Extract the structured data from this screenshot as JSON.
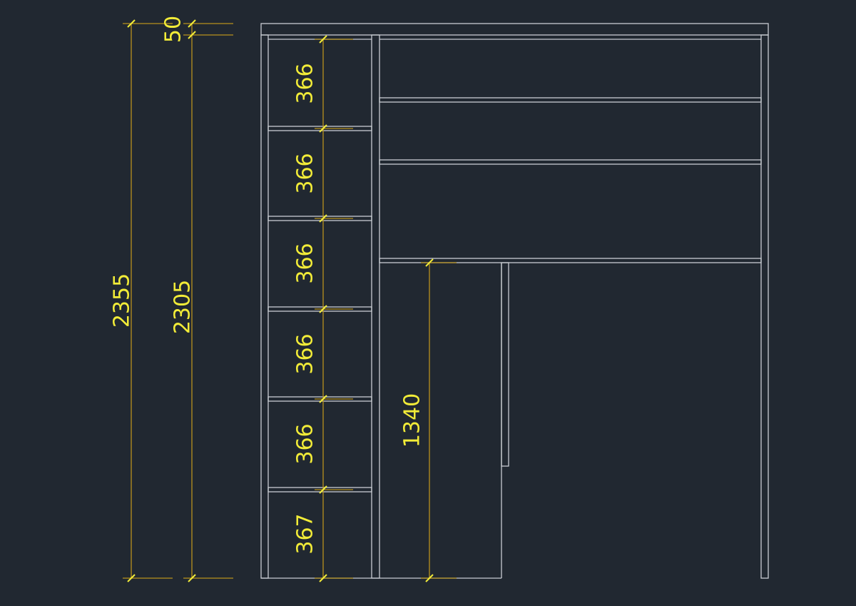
{
  "drawing": {
    "colors": {
      "background": "#212831",
      "geometry": "#c8ccd2",
      "dimension_line": "#b8921e",
      "dimension_text": "#f2ec38",
      "tick": "#f2ec38"
    },
    "dimensions": {
      "overall_height": "2355",
      "inner_height": "2305",
      "top_panel": "50",
      "shelf_1": "366",
      "shelf_2": "366",
      "shelf_3": "366",
      "shelf_4": "366",
      "shelf_5": "366",
      "shelf_6": "367",
      "lower_opening": "1340"
    }
  }
}
